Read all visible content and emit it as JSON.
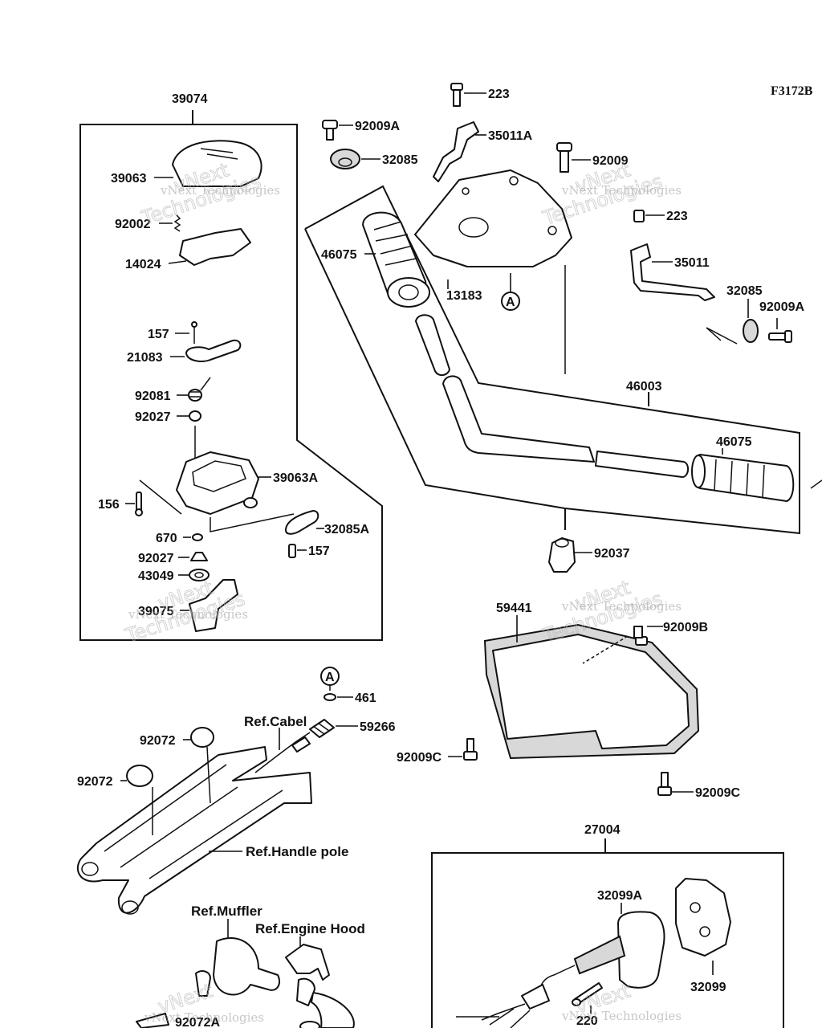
{
  "diagram": {
    "figure_code": "F3172B",
    "parts": {
      "p223a": "223",
      "p92009A_a": "92009A",
      "p35011A": "35011A",
      "p32085_a": "32085",
      "p92009": "92009",
      "p223b": "223",
      "p35011": "35011",
      "p32085_b": "32085",
      "p92009A_b": "92009A",
      "p46075_a": "46075",
      "p13183": "13183",
      "pA_top": "A",
      "p46003": "46003",
      "p46075_b": "46075",
      "p92037": "92037",
      "p39074": "39074",
      "p39063": "39063",
      "p92002": "92002",
      "p14024": "14024",
      "p157_a": "157",
      "p21083": "21083",
      "p92081": "92081",
      "p92027_a": "92027",
      "p39063A": "39063A",
      "p156": "156",
      "p670": "670",
      "p32085A": "32085A",
      "p157_b": "157",
      "p92027_b": "92027",
      "p43049": "43049",
      "p39075": "39075",
      "p59441": "59441",
      "p92009B": "92009B",
      "p92009C_a": "92009C",
      "p92009C_b": "92009C",
      "pA_mid": "A",
      "p461": "461",
      "p59266": "59266",
      "p92072_a": "92072",
      "p92072_b": "92072",
      "p27004": "27004",
      "p32099A": "32099A",
      "p32099": "32099",
      "p220": "220",
      "p92072A": "92072A"
    },
    "refs": {
      "cabel": "Ref.Cabel",
      "handle_pole": "Ref.Handle pole",
      "muffler": "Ref.Muffler",
      "engine_hood": "Ref.Engine Hood"
    },
    "watermark": {
      "small": "vNext Technologies",
      "big_a": "vNext",
      "big_b": "Technologies"
    }
  }
}
